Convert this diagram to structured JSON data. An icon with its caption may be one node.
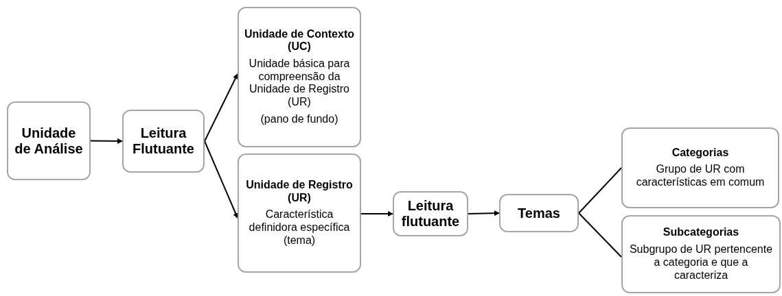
{
  "diagram": {
    "nodes": [
      {
        "text": [
          "Unidade de Análise"
        ]
      },
      {
        "text": [
          "Leitura Flutuante"
        ]
      },
      {
        "text": [
          "Unidade de Contexto (UC)",
          "Unidade básica para compreensão da Unidade de Registro (UR)",
          "(pano de fundo)"
        ]
      },
      {
        "text": [
          "Unidade de Registro (UR)",
          "Característica definidora específica (tema)"
        ]
      },
      {
        "text": [
          "Leitura flutuante"
        ]
      },
      {
        "text": [
          "Temas"
        ]
      },
      {
        "text": [
          "Categorias",
          "Grupo de UR com características em comum"
        ]
      },
      {
        "text": [
          "Subcategorias",
          "Subgrupo de UR pertencente a categoria e que a caracteriza"
        ]
      }
    ],
    "edges": [
      {
        "from": 0,
        "to": 1,
        "arrow": "to"
      },
      {
        "from": 1,
        "to": 2,
        "arrow": "to"
      },
      {
        "from": 1,
        "to": 3,
        "arrow": "to"
      },
      {
        "from": 3,
        "to": 4,
        "arrow": "to"
      },
      {
        "from": 4,
        "to": 5,
        "arrow": "to"
      },
      {
        "from": 5,
        "to": 6,
        "arrow": "none"
      },
      {
        "from": 5,
        "to": 7,
        "arrow": "none"
      }
    ]
  }
}
